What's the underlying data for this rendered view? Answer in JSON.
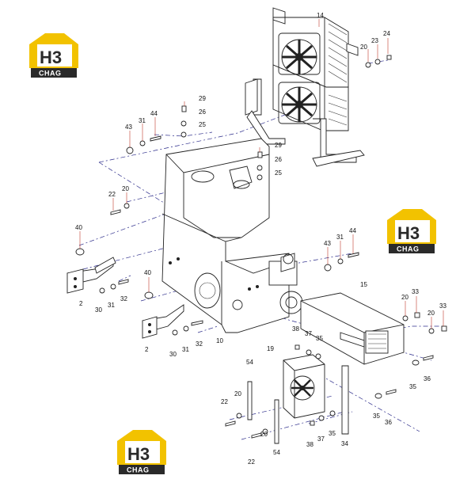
{
  "logo": {
    "mark": "H3",
    "text": "CHAG",
    "colors": {
      "yellow": "#f2c200",
      "dark": "#2a2a2a"
    }
  },
  "callouts": [
    {
      "id": "c14",
      "text": "14"
    },
    {
      "id": "c20a",
      "text": "20"
    },
    {
      "id": "c23a",
      "text": "23"
    },
    {
      "id": "c24",
      "text": "24"
    },
    {
      "id": "c29a",
      "text": "29"
    },
    {
      "id": "c26a",
      "text": "26"
    },
    {
      "id": "c25a",
      "text": "25"
    },
    {
      "id": "c44a",
      "text": "44"
    },
    {
      "id": "c31a",
      "text": "31"
    },
    {
      "id": "c43a",
      "text": "43"
    },
    {
      "id": "c29b",
      "text": "29"
    },
    {
      "id": "c26b",
      "text": "26"
    },
    {
      "id": "c25b",
      "text": "25"
    },
    {
      "id": "c22a",
      "text": "22"
    },
    {
      "id": "c20b",
      "text": "20"
    },
    {
      "id": "c40a",
      "text": "40"
    },
    {
      "id": "c43b",
      "text": "43"
    },
    {
      "id": "c31b",
      "text": "31"
    },
    {
      "id": "c44b",
      "text": "44"
    },
    {
      "id": "c40b",
      "text": "40"
    },
    {
      "id": "c2a",
      "text": "2"
    },
    {
      "id": "c30a",
      "text": "30"
    },
    {
      "id": "c31c",
      "text": "31"
    },
    {
      "id": "c32a",
      "text": "32"
    },
    {
      "id": "c2b",
      "text": "2"
    },
    {
      "id": "c30b",
      "text": "30"
    },
    {
      "id": "c31d",
      "text": "31"
    },
    {
      "id": "c32b",
      "text": "32"
    },
    {
      "id": "c10",
      "text": "10"
    },
    {
      "id": "c15",
      "text": "15"
    },
    {
      "id": "c20c",
      "text": "20"
    },
    {
      "id": "c33a",
      "text": "33"
    },
    {
      "id": "c20d",
      "text": "20"
    },
    {
      "id": "c33b",
      "text": "33"
    },
    {
      "id": "c38a",
      "text": "38"
    },
    {
      "id": "c37a",
      "text": "37"
    },
    {
      "id": "c35a",
      "text": "35"
    },
    {
      "id": "c19",
      "text": "19"
    },
    {
      "id": "c54a",
      "text": "54"
    },
    {
      "id": "c20e",
      "text": "20"
    },
    {
      "id": "c22b",
      "text": "22"
    },
    {
      "id": "c35b",
      "text": "35"
    },
    {
      "id": "c36a",
      "text": "36"
    },
    {
      "id": "c35c",
      "text": "35"
    },
    {
      "id": "c36b",
      "text": "36"
    },
    {
      "id": "c38b",
      "text": "38"
    },
    {
      "id": "c37b",
      "text": "37"
    },
    {
      "id": "c35d",
      "text": "35"
    },
    {
      "id": "c34",
      "text": "34"
    },
    {
      "id": "c20f",
      "text": "20"
    },
    {
      "id": "c22c",
      "text": "22"
    },
    {
      "id": "c54b",
      "text": "54"
    }
  ]
}
